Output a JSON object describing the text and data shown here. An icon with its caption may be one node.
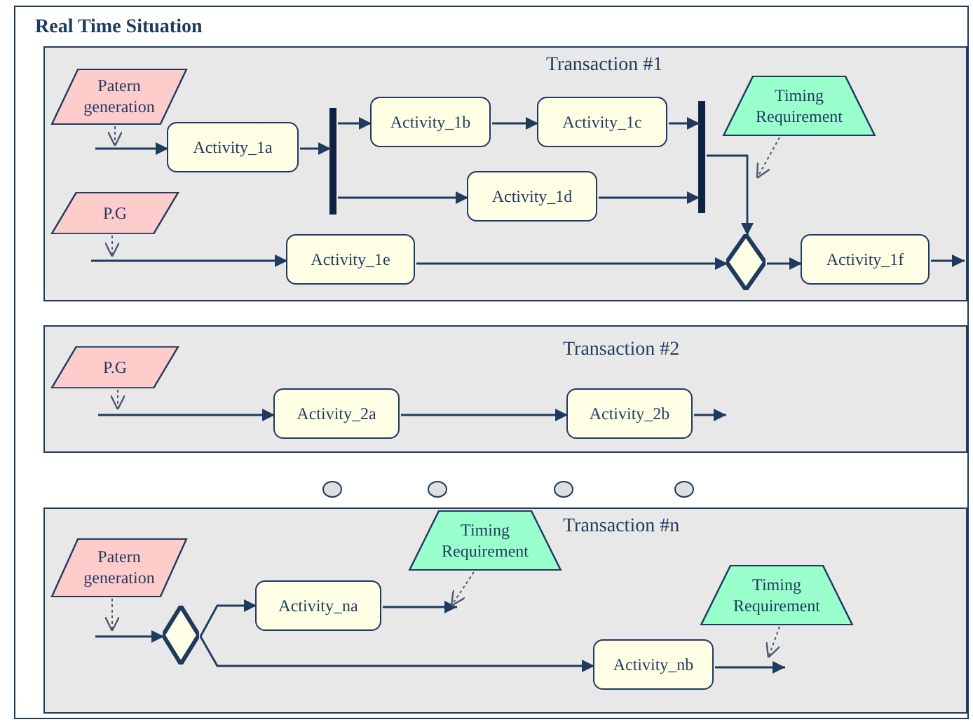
{
  "diagram": {
    "nodes": [
      {
        "text": [
          "Real Time Situation"
        ]
      },
      {
        "text": [
          "Transaction #1"
        ],
        "in": 0
      },
      {
        "text": [
          "Patern generation"
        ],
        "in": 1
      },
      {
        "text": [
          "Activity_1a"
        ],
        "in": 1
      },
      {
        "text": [],
        "shape": "bar",
        "in": 1
      },
      {
        "text": [
          "Activity_1b"
        ],
        "in": 1
      },
      {
        "text": [
          "Activity_1c"
        ],
        "in": 1
      },
      {
        "text": [
          "Activity_1d"
        ],
        "in": 1
      },
      {
        "text": [],
        "shape": "bar",
        "in": 1
      },
      {
        "text": [
          "Timing Requirement"
        ],
        "in": 1
      },
      {
        "text": [
          "P.G"
        ],
        "in": 1
      },
      {
        "text": [
          "Activity_1e"
        ],
        "in": 1
      },
      {
        "text": [],
        "shape": "diamond",
        "in": 1
      },
      {
        "text": [
          "Activity_1f"
        ],
        "in": 1
      },
      {
        "text": [
          "Transaction #2"
        ],
        "in": 0
      },
      {
        "text": [
          "P.G"
        ],
        "in": 14
      },
      {
        "text": [
          "Activity_2a"
        ],
        "in": 14
      },
      {
        "text": [
          "Activity_2b"
        ],
        "in": 14
      },
      {
        "text": [],
        "shape": "circle",
        "in": 0
      },
      {
        "text": [],
        "shape": "circle",
        "in": 0
      },
      {
        "text": [],
        "shape": "circle",
        "in": 0
      },
      {
        "text": [],
        "shape": "circle",
        "in": 0
      },
      {
        "text": [
          "Transaction #n"
        ],
        "in": 0
      },
      {
        "text": [
          "Patern generation"
        ],
        "in": 22
      },
      {
        "text": [],
        "shape": "diamond",
        "in": 22
      },
      {
        "text": [
          "Activity_na"
        ],
        "in": 22
      },
      {
        "text": [
          "Timing Requirement"
        ],
        "in": 22
      },
      {
        "text": [
          "Activity_nb"
        ],
        "in": 22
      },
      {
        "text": [
          "Timing Requirement"
        ],
        "in": 22
      }
    ],
    "edges": [
      {
        "from": null,
        "to": 3,
        "arrow": "to"
      },
      {
        "from": 2,
        "to": null,
        "arrow": "to",
        "style": "dashed"
      },
      {
        "from": 3,
        "to": 4,
        "arrow": "to"
      },
      {
        "from": 4,
        "to": 5,
        "arrow": "to"
      },
      {
        "from": 5,
        "to": 6,
        "arrow": "to"
      },
      {
        "from": 4,
        "to": 7,
        "arrow": "to"
      },
      {
        "from": 6,
        "to": 8,
        "arrow": "to"
      },
      {
        "from": 7,
        "to": 8,
        "arrow": "to"
      },
      {
        "from": 8,
        "to": 12,
        "arrow": "to"
      },
      {
        "from": 9,
        "to": null,
        "arrow": "to",
        "style": "dashed"
      },
      {
        "from": null,
        "to": 11,
        "arrow": "to"
      },
      {
        "from": 10,
        "to": null,
        "arrow": "to",
        "style": "dashed"
      },
      {
        "from": 11,
        "to": 12,
        "arrow": "to"
      },
      {
        "from": 12,
        "to": 13,
        "arrow": "to"
      },
      {
        "from": 13,
        "to": null,
        "arrow": "to"
      },
      {
        "from": null,
        "to": 16,
        "arrow": "to"
      },
      {
        "from": 15,
        "to": null,
        "arrow": "to",
        "style": "dashed"
      },
      {
        "from": 16,
        "to": 17,
        "arrow": "to"
      },
      {
        "from": 17,
        "to": null,
        "arrow": "to"
      },
      {
        "from": null,
        "to": 24,
        "arrow": "to"
      },
      {
        "from": 23,
        "to": null,
        "arrow": "to",
        "style": "dashed"
      },
      {
        "from": 24,
        "to": 25,
        "arrow": "to"
      },
      {
        "from": 24,
        "to": 27,
        "arrow": "to"
      },
      {
        "from": 25,
        "to": null,
        "arrow": "to"
      },
      {
        "from": 26,
        "to": null,
        "arrow": "to",
        "style": "dashed"
      },
      {
        "from": 27,
        "to": null,
        "arrow": "to"
      },
      {
        "from": 28,
        "to": null,
        "arrow": "to",
        "style": "dashed"
      }
    ]
  }
}
